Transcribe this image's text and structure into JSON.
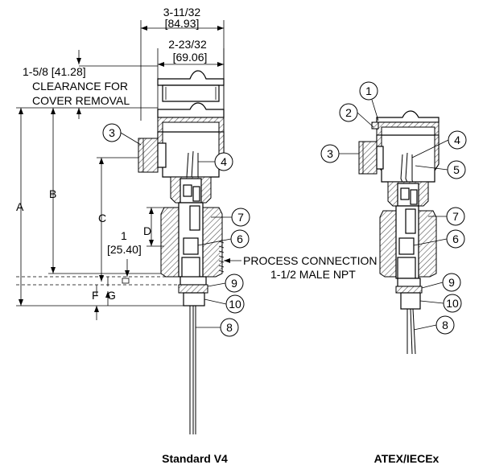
{
  "dimensions": {
    "overall_width": "3-11/32",
    "overall_width_mm": "[84.93]",
    "inner_width": "2-23/32",
    "inner_width_mm": "[69.06]",
    "clearance_value": "1-5/8 [41.28]",
    "clearance_line1": "CLEARANCE FOR",
    "clearance_line2": "COVER REMOVAL",
    "letter_a": "A",
    "letter_b": "B",
    "letter_c": "C",
    "letter_d": "D",
    "letter_f": "F",
    "letter_g": "G",
    "one_inch": "1",
    "one_inch_mm": "[25.40]"
  },
  "process_connection": {
    "line1": "PROCESS CONNECTION",
    "line2": "1-1/2 MALE NPT"
  },
  "callouts_left": [
    "3",
    "4",
    "7",
    "6",
    "9",
    "10",
    "8"
  ],
  "callouts_right": [
    "1",
    "2",
    "3",
    "4",
    "5",
    "7",
    "6",
    "9",
    "10",
    "8"
  ],
  "captions": {
    "left": "Standard V4",
    "right": "ATEX/IECEx"
  },
  "colors": {
    "line": "#000000",
    "background": "#ffffff",
    "hatch": "#7a7a7a"
  }
}
